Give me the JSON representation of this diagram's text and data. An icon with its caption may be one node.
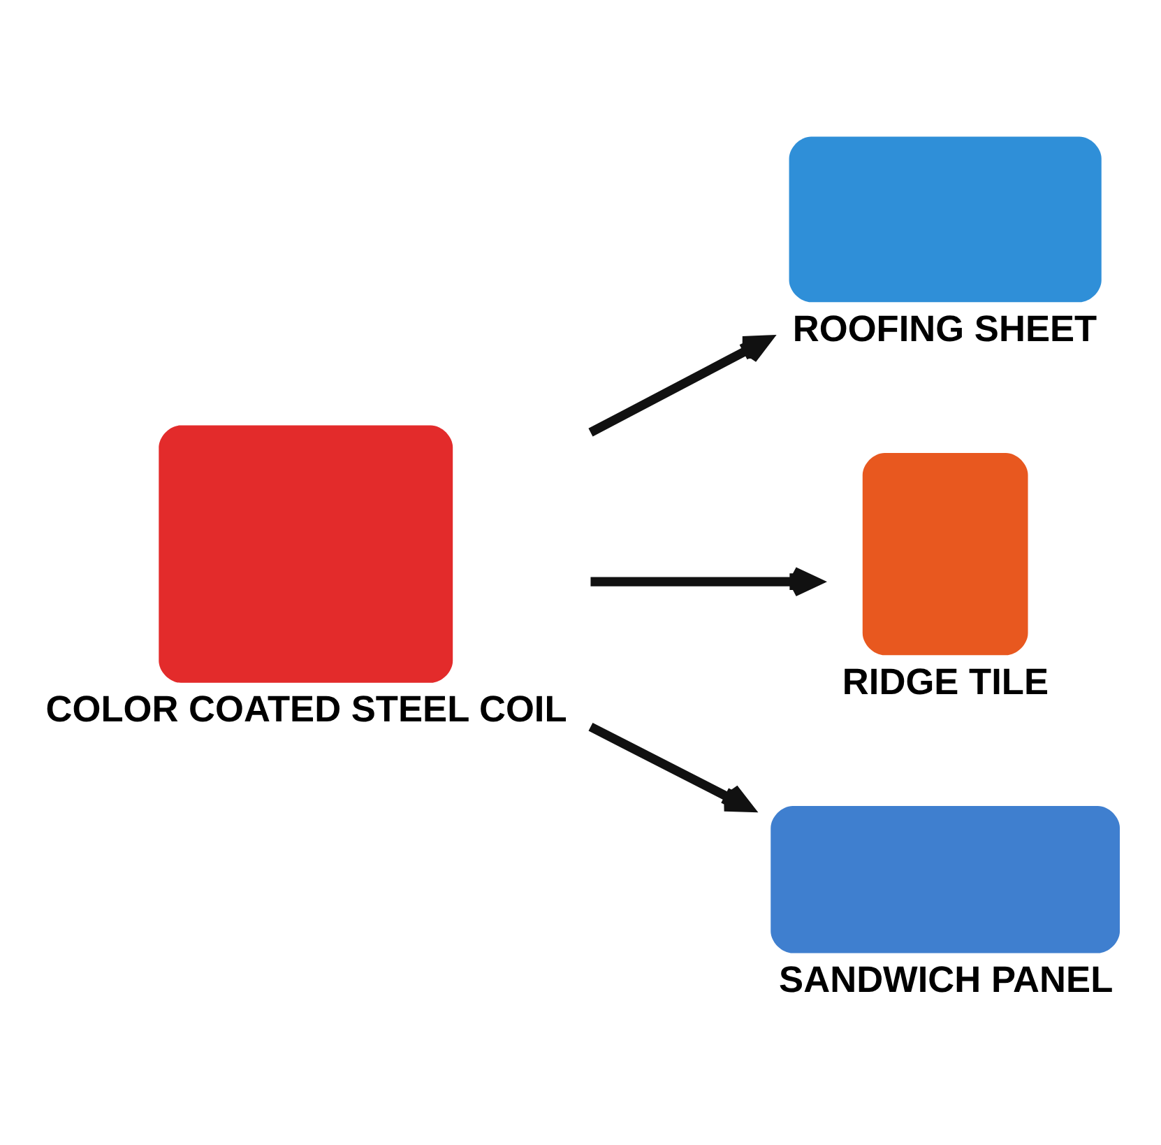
{
  "diagram": {
    "nodes": [
      {
        "text": [
          "COLOR COATED STEEL COIL"
        ]
      },
      {
        "text": [
          "ROOFING SHEET"
        ]
      },
      {
        "text": [
          "RIDGE TILE"
        ]
      },
      {
        "text": [
          "SANDWICH PANEL"
        ]
      }
    ],
    "edges": [
      {
        "from": 0,
        "to": 1,
        "arrow": "to"
      },
      {
        "from": 0,
        "to": 2,
        "arrow": "to"
      },
      {
        "from": 0,
        "to": 3,
        "arrow": "to"
      }
    ]
  }
}
